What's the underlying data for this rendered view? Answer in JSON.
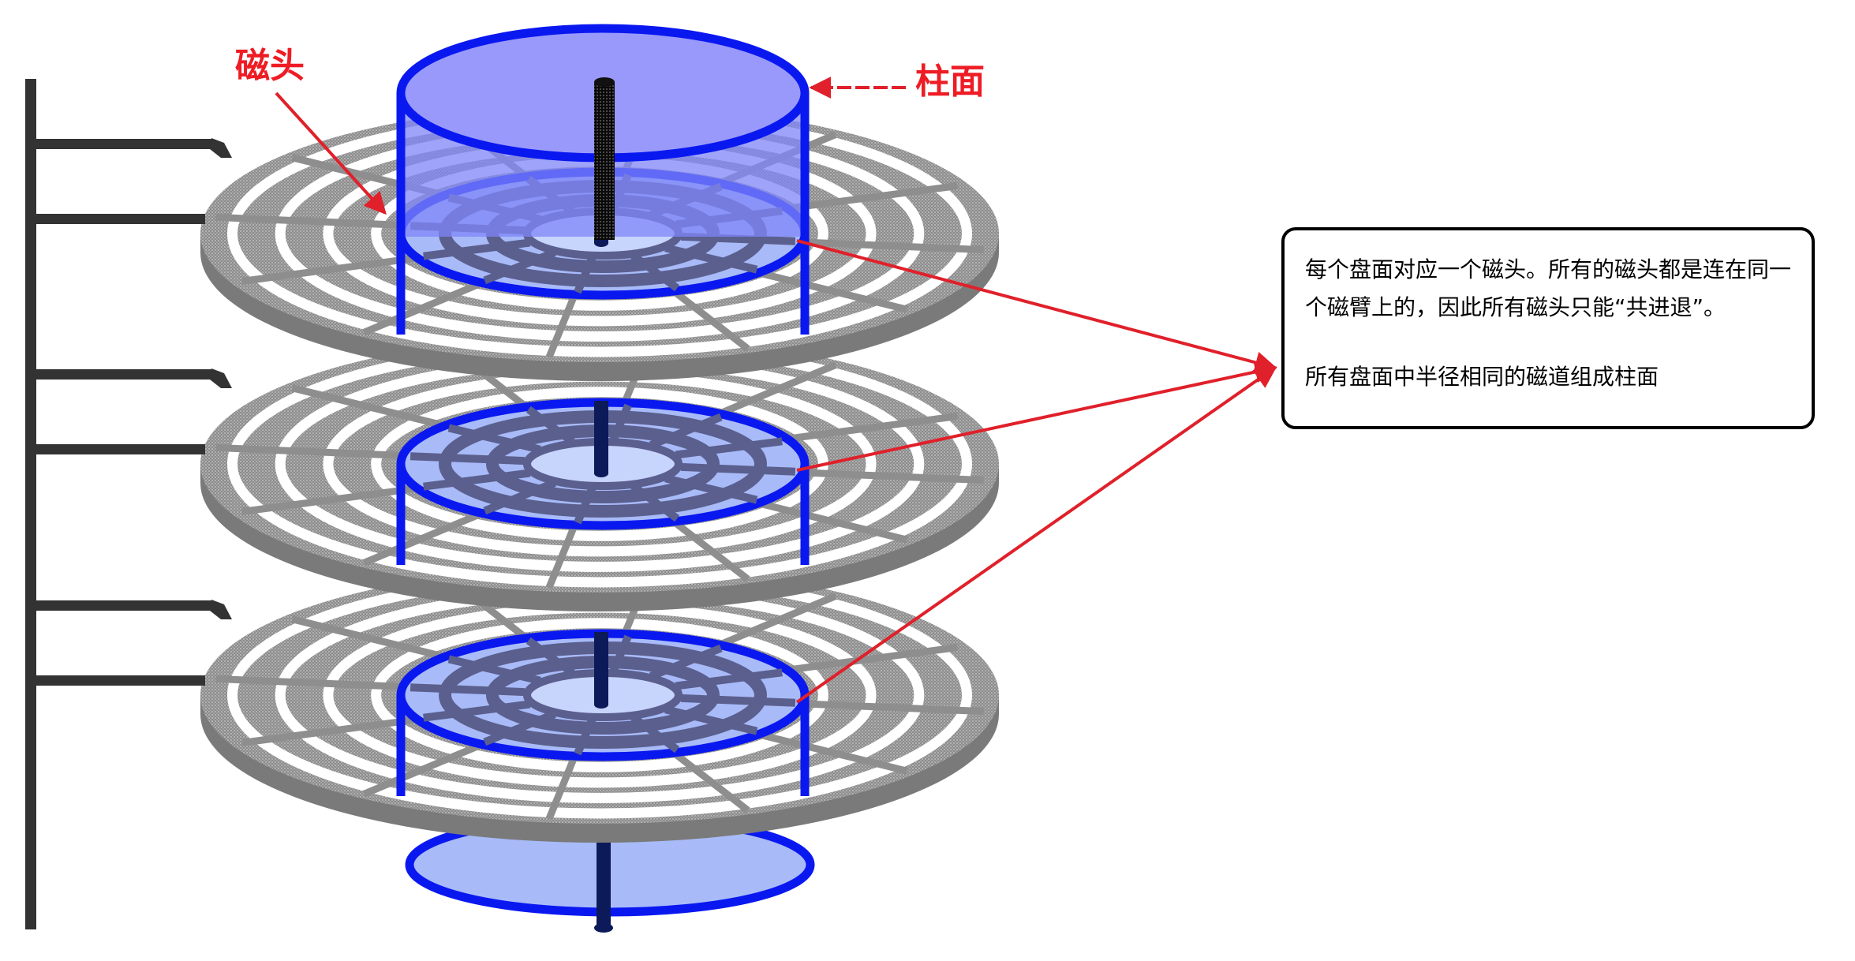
{
  "labels": {
    "head": "磁头",
    "cylinder": "柱面"
  },
  "callout": {
    "line1": "每个盘面对应一个磁头。所有的磁头都是连在同一个磁臂上的，因此所有磁头只能“共进退”。",
    "line2": "所有盘面中半径相同的磁道组成柱面"
  },
  "colors": {
    "label_red": "#ee1c24",
    "arrow_red": "#e0202a",
    "cylinder_blue": "#0a18f0",
    "cylinder_fill": "#a8bbf8",
    "platter_gray": "#8f8f8f",
    "spindle_navy": "#0c1a5a",
    "arm_dark": "#333333"
  },
  "platter_count": 3
}
